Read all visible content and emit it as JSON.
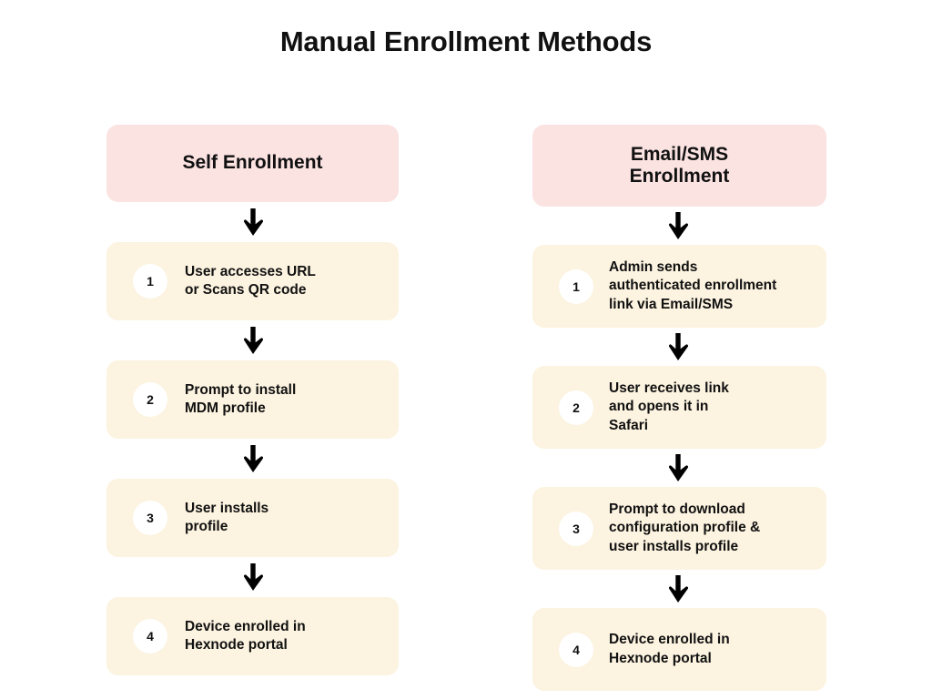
{
  "title": "Manual Enrollment Methods",
  "colors": {
    "background": "#ffffff",
    "header_pink": "#fbe3e2",
    "step_cream": "#fcf3e0",
    "badge_white": "#ffffff",
    "text_dark": "#111111",
    "arrow_black": "#000000"
  },
  "arrow_icon_name": "arrow-down-icon",
  "columns": [
    {
      "id": "self-enrollment",
      "header": "Self Enrollment",
      "steps": [
        {
          "number": "1",
          "text": "User accesses URL\nor Scans QR code"
        },
        {
          "number": "2",
          "text": "Prompt to install\nMDM profile"
        },
        {
          "number": "3",
          "text": "User installs\nprofile"
        },
        {
          "number": "4",
          "text": "Device enrolled in\nHexnode portal"
        }
      ]
    },
    {
      "id": "email-sms-enrollment",
      "header": "Email/SMS\nEnrollment",
      "steps": [
        {
          "number": "1",
          "text": "Admin sends\nauthenticated enrollment\nlink via Email/SMS"
        },
        {
          "number": "2",
          "text": "User receives link\nand opens it in\nSafari"
        },
        {
          "number": "3",
          "text": "Prompt to download\nconfiguration profile &\nuser installs profile"
        },
        {
          "number": "4",
          "text": "Device enrolled in\nHexnode portal"
        }
      ]
    }
  ]
}
